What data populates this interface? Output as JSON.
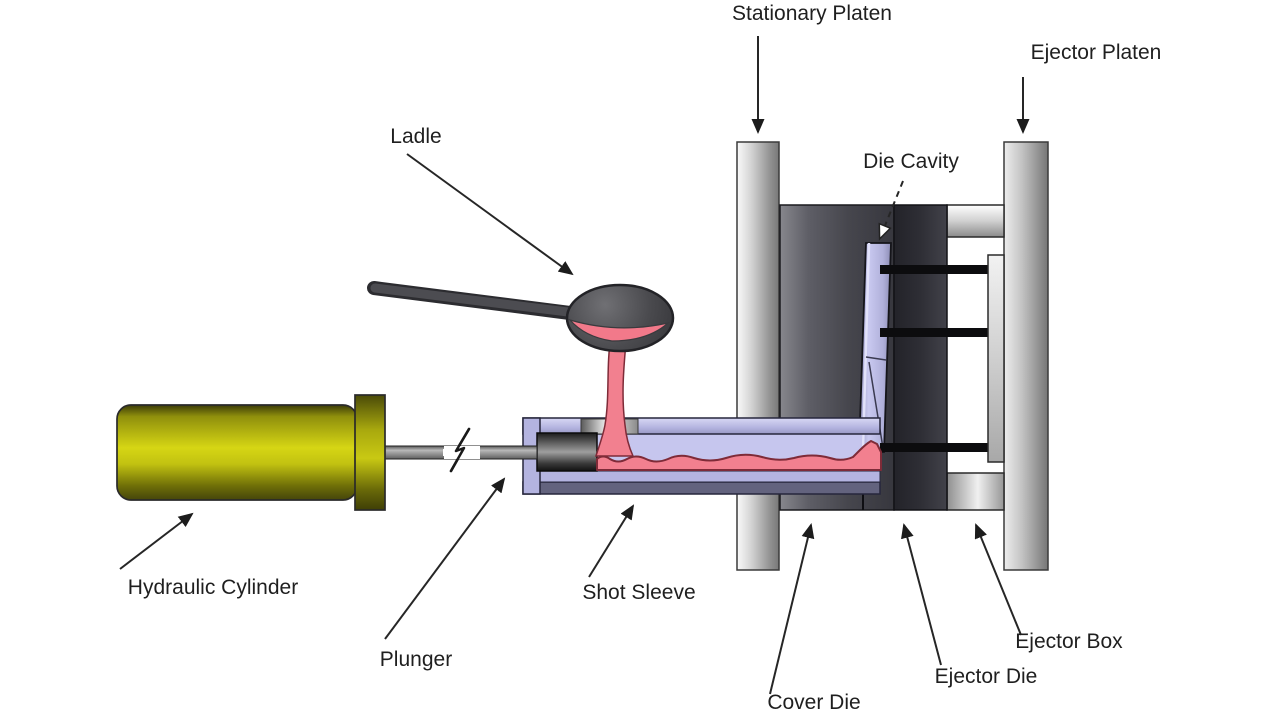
{
  "diagram": {
    "labels": {
      "stationary_platen": "Stationary Platen",
      "ejector_platen": "Ejector Platen",
      "ladle": "Ladle",
      "die_cavity": "Die Cavity",
      "hydraulic_cylinder": "Hydraulic Cylinder",
      "plunger": "Plunger",
      "shot_sleeve": "Shot Sleeve",
      "cover_die": "Cover Die",
      "ejector_die": "Ejector Die",
      "ejector_box": "Ejector Box"
    },
    "colors": {
      "background": "#ffffff",
      "label_text": "#1f1f1f",
      "molten_metal_pink": "#f2808f",
      "molten_metal_outline": "#7e2b38",
      "sleeve_lavender": "#b4b4e0",
      "sleeve_lavender_light": "#c6c6ee",
      "sleeve_bottom_dark": "#63637e",
      "cylinder_yellow_bright": "#d6d614",
      "cylinder_olive_dark": "#45450a",
      "platen_gray_light": "#fafafa",
      "platen_gray_dark": "#787878",
      "cover_die_gray": "#46464d",
      "ejector_die_dark": "#2a2a31",
      "ladle_gray": "#47474b",
      "ejector_pin_black": "#0c0c0e",
      "arrow_black": "#262626"
    }
  }
}
